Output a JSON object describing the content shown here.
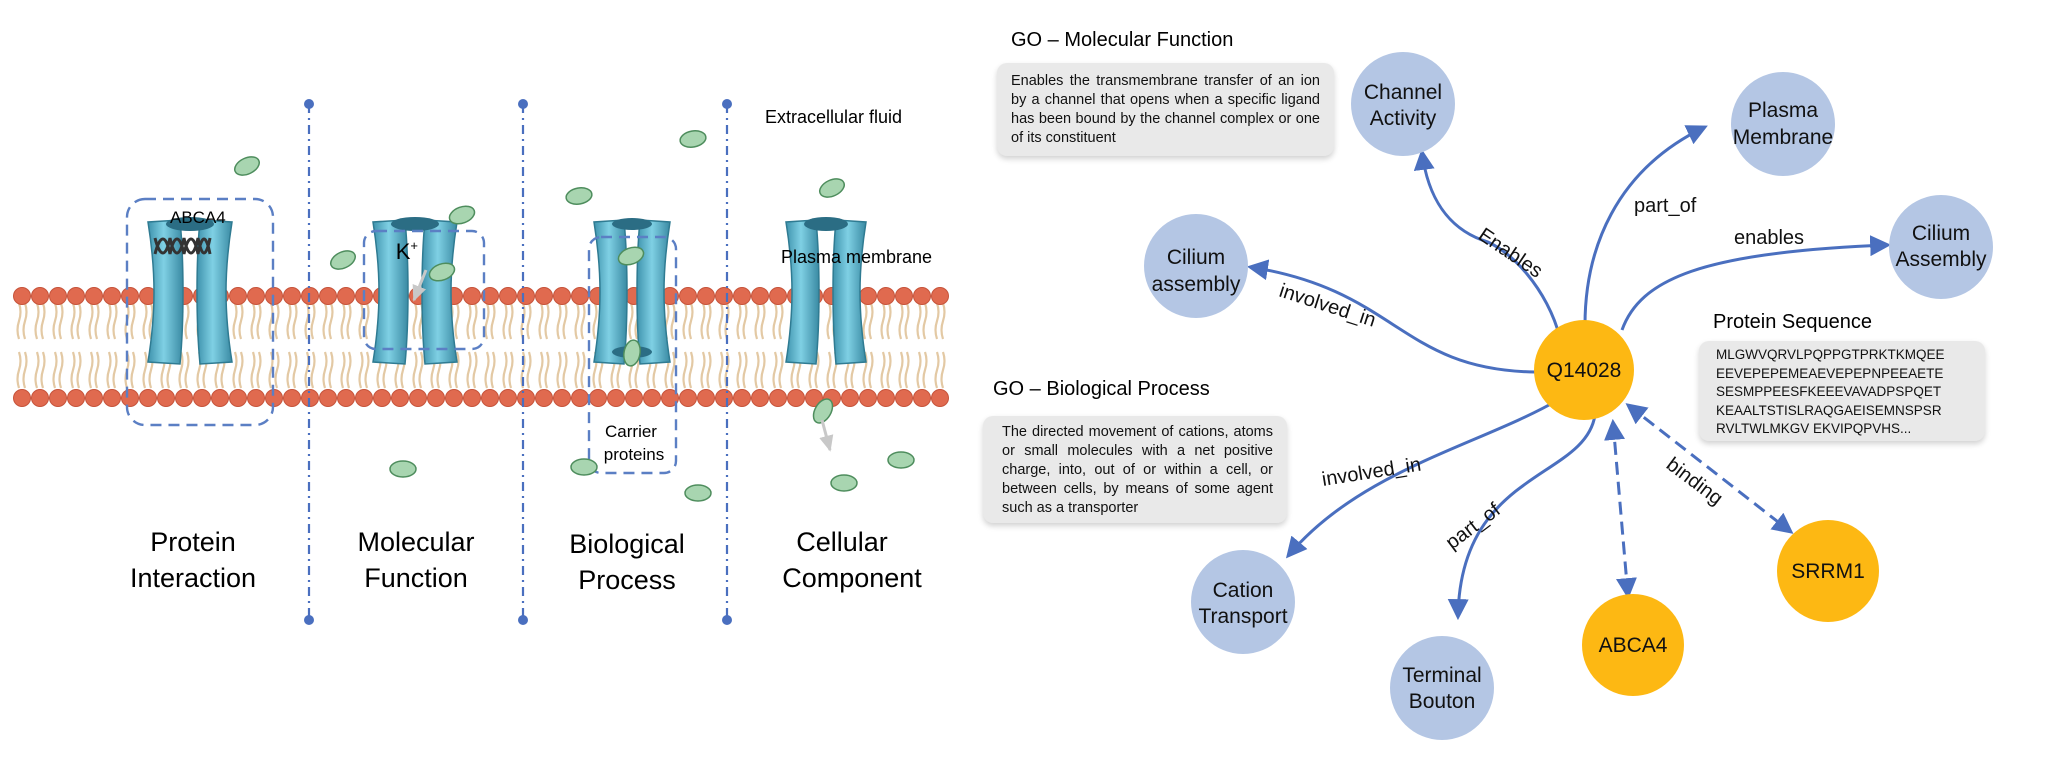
{
  "left_panel": {
    "extracellular_label": "Extracellular fluid",
    "membrane_label": "Plasma membrane",
    "abca4_label": "ABCA4",
    "ion_label": "K",
    "ion_charge": "+",
    "carrier_label_line1": "Carrier",
    "carrier_label_line2": "proteins",
    "columns": [
      {
        "line1": "Protein",
        "line2": "Interaction"
      },
      {
        "line1": "Molecular",
        "line2": "Function"
      },
      {
        "line1": "Biological",
        "line2": "Process"
      },
      {
        "line1": "Cellular",
        "line2": "Component"
      }
    ]
  },
  "graph": {
    "center": "Q14028",
    "nodes": {
      "channel_line1": "Channel",
      "channel_line2": "Activity",
      "plasma_line1": "Plasma",
      "plasma_line2": "Membrane",
      "cilium_asm_line1": "Cilium",
      "cilium_asm_line2": "Assembly",
      "cilium_lower_line1": "Cilium",
      "cilium_lower_line2": "assembly",
      "cation_line1": "Cation",
      "cation_line2": "Transport",
      "terminal_line1": "Terminal",
      "terminal_line2": "Bouton",
      "abca4": "ABCA4",
      "srrm1": "SRRM1"
    },
    "edges": {
      "enables_cap": "Enables",
      "part_of_top": "part_of",
      "enables_low": "enables",
      "involved_in_top": "involved_in",
      "involved_in_bottom": "involved_in",
      "part_of_bottom": "part_of",
      "binding": "binding"
    },
    "go_mf": {
      "title": "GO – Molecular Function",
      "text": "Enables the transmembrane transfer of an ion by a channel that opens when a specific ligand has been bound by the channel complex or one of its constituent"
    },
    "go_bp": {
      "title": "GO – Biological Process",
      "text": "The directed movement of cations, atoms or small molecules with a net positive charge, into, out of or within a cell, or between cells, by means of some agent such as a transporter"
    },
    "sequence": {
      "title": "Protein Sequence",
      "lines": [
        "MLGWVQRVLPQPPGTPRKTKMQEE",
        "EEVEPEPEMEAEVEPEPNPEEAETE",
        "SESMPPEESFKEEEVAVADPSPQET",
        "KEAALTSTISLRAQGAEISEMNSPSR",
        "RVLTWLMKGV EKVIPQPVHS..."
      ]
    },
    "colors": {
      "go_node": "#b4c6e4",
      "protein_node": "#fdb813",
      "edge": "#4a6fbf",
      "dash_line": "#4a6fbf",
      "membrane_head": "#e06a4f",
      "channel": "#5fb7cf",
      "molecule": "#a8d5b0"
    }
  }
}
